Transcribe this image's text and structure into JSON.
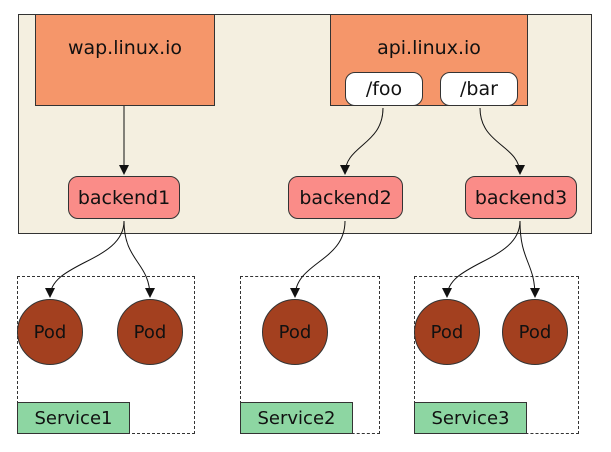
{
  "hosts": {
    "wap": "wap.linux.io",
    "api": "api.linux.io"
  },
  "paths": {
    "foo": "/foo",
    "bar": "/bar"
  },
  "backends": [
    "backend1",
    "backend2",
    "backend3"
  ],
  "pod_label": "Pod",
  "services": [
    "Service1",
    "Service2",
    "Service3"
  ],
  "colors": {
    "ingress_bg": "#f4efe0",
    "host_bg": "#f5966a",
    "backend_bg": "#fa8c88",
    "pod_bg": "#a3401f",
    "service_label_bg": "#8dd6a2"
  }
}
